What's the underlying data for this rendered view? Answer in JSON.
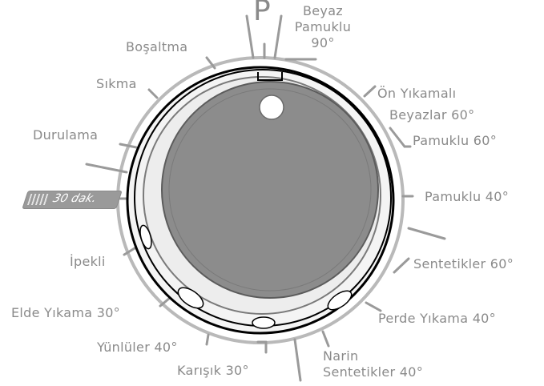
{
  "dial": {
    "top_marker": "P",
    "programs": {
      "beyaz_pamuklu_90_l1": "Beyaz",
      "beyaz_pamuklu_90_l2": "Pamuklu",
      "beyaz_pamuklu_90_l3": "90°",
      "on_yikamali_l1": "Ön Yıkamalı",
      "on_yikamali_l2": "Beyazlar 60°",
      "pamuklu_60": "Pamuklu 60°",
      "pamuklu_40": "Pamuklu 40°",
      "sentetikler_60": "Sentetikler 60°",
      "perde_yikama_40": "Perde Yıkama 40°",
      "narin_l1": "Narin",
      "narin_l2": "Sentetikler 40°",
      "karisik_30": "Karışık 30°",
      "yunluler_40": "Yünlüler 40°",
      "elde_yikama_30": "Elde Yıkama 30°",
      "ipekli": "İpekli",
      "quick_30": "30 dak.",
      "durulama": "Durulama",
      "sikma": "Sıkma",
      "bosaltma": "Boşaltma"
    }
  },
  "colors": {
    "label": "#8a8a8a",
    "tick": "#9a9a9a",
    "knob_fill": "#8c8c8c",
    "knob_rim": "#000000",
    "indicator": "#ffffff"
  },
  "icons": {
    "indicator": "white-dot-indicator",
    "quick_badge": "striped-badge"
  }
}
